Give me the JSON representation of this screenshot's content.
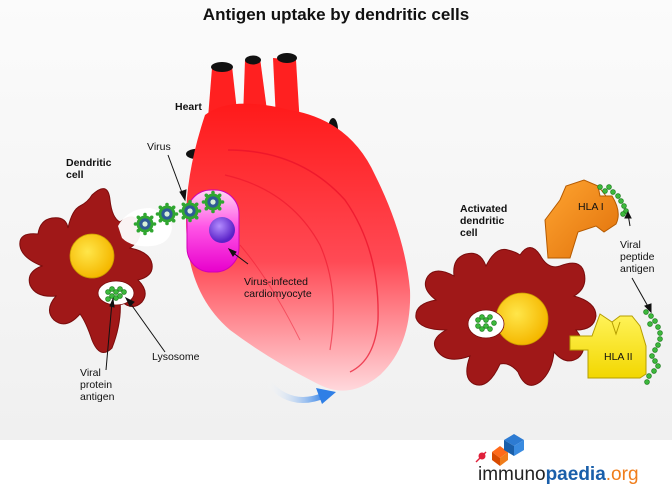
{
  "title": "Antigen uptake by dendritic cells",
  "labels": {
    "heart": "Heart",
    "dendritic_cell_1": "Dendritic",
    "dendritic_cell_2": "cell",
    "virus": "Virus",
    "infected_1": "Virus-infected",
    "infected_2": "cardiomyocyte",
    "lysosome": "Lysosome",
    "viral_protein_1": "Viral",
    "viral_protein_2": "protein",
    "viral_protein_3": "antigen",
    "activated_1": "Activated",
    "activated_2": "dendritic",
    "activated_3": "cell",
    "hla1": "HLA I",
    "hla2": "HLA II",
    "viral_peptide_1": "Viral",
    "viral_peptide_2": "peptide",
    "viral_peptide_3": "antigen"
  },
  "logo": {
    "part1": "immuno",
    "part2": "paedia",
    "part3": ".org"
  },
  "colors": {
    "cell": "#a01818",
    "nucleus": "#ffd000",
    "heart": "#ff2020",
    "infected_cell": "#ff33dd",
    "virus": "#3cb83c",
    "hla1": "#f28a17",
    "hla2": "#ffee00",
    "arrow": "#3d88e8",
    "logo_blue": "#1a5faa",
    "logo_orange": "#f07d1b"
  },
  "icons": [
    "virus-icon",
    "curved-arrow-icon",
    "logo-cubes-icon"
  ]
}
